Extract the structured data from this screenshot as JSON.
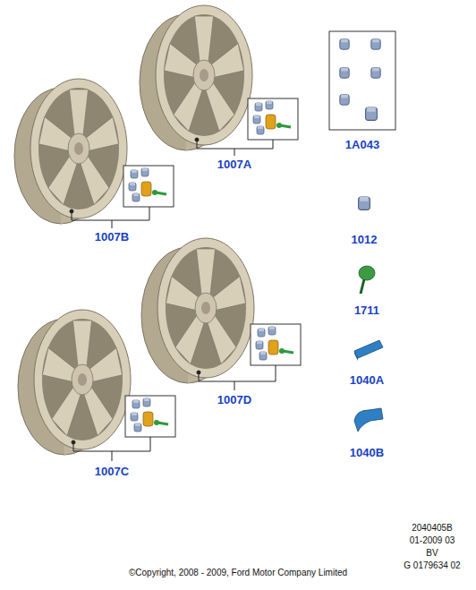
{
  "diagram": {
    "labels": [
      "1A043",
      "1007A",
      "1007B",
      "1012",
      "1711",
      "1040A",
      "1040B",
      "1007D",
      "1007C",
      "2040405B",
      "01-2009 03",
      "BV",
      "G 0179634 02",
      "©Copyright, 2008 - 2009, Ford Motor Company Limited"
    ]
  }
}
